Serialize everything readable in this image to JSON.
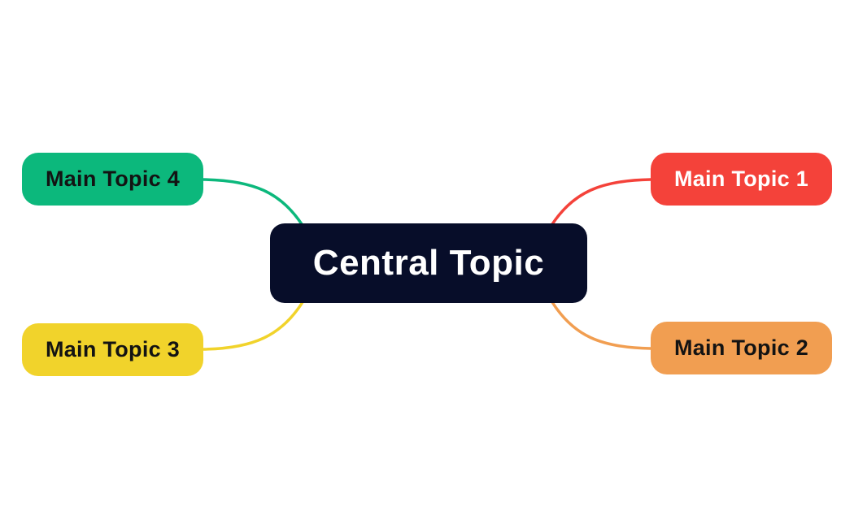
{
  "canvas": {
    "background_color": "#ffffff"
  },
  "central_node": {
    "label": "Central Topic",
    "bg_color": "#070d29",
    "text_color": "#ffffff"
  },
  "topics": [
    {
      "label": "Main Topic 1",
      "position": "top-right",
      "bg_color": "#f4423a",
      "text_color": "#ffffff"
    },
    {
      "label": "Main Topic 2",
      "position": "bottom-right",
      "bg_color": "#f19e51",
      "text_color": "#131313"
    },
    {
      "label": "Main Topic 3",
      "position": "bottom-left",
      "bg_color": "#f1d32b",
      "text_color": "#131313"
    },
    {
      "label": "Main Topic 4",
      "position": "top-left",
      "bg_color": "#0cb87c",
      "text_color": "#131313"
    }
  ],
  "connectors": [
    {
      "from": "Central Topic",
      "to": "Main Topic 1",
      "color": "#f4423a"
    },
    {
      "from": "Central Topic",
      "to": "Main Topic 2",
      "color": "#f19e51"
    },
    {
      "from": "Central Topic",
      "to": "Main Topic 3",
      "color": "#f1d32b"
    },
    {
      "from": "Central Topic",
      "to": "Main Topic 4",
      "color": "#0cb87c"
    }
  ]
}
